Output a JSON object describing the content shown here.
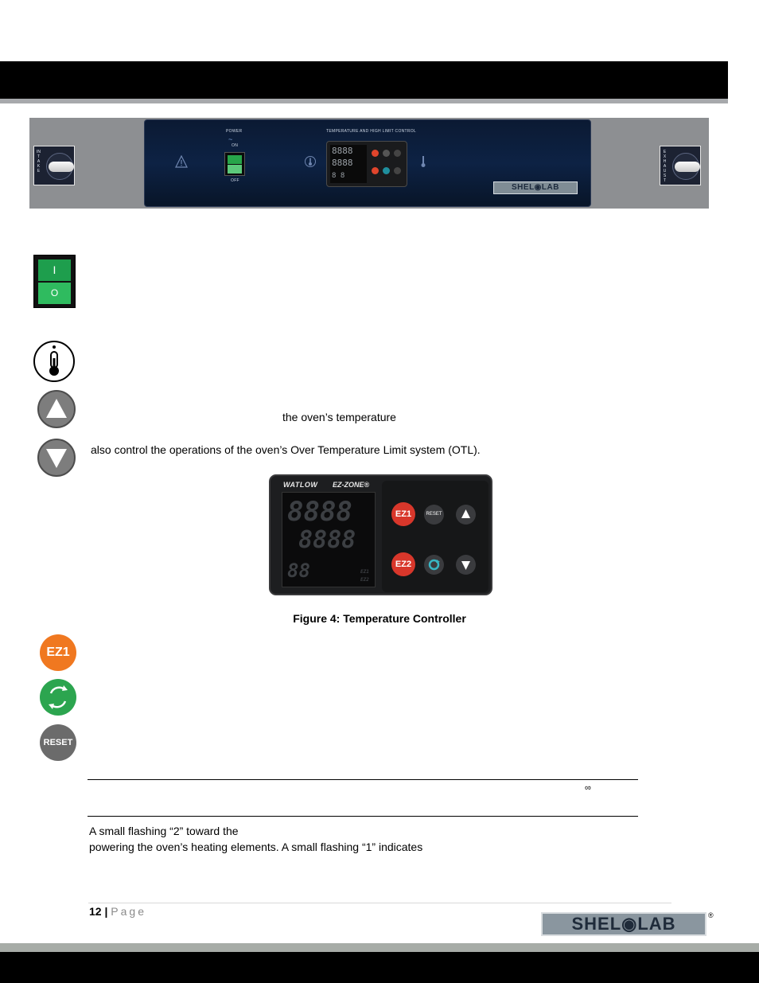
{
  "panel": {
    "knob_left_letters": "INTAKE",
    "knob_right_letters": "EXHAUST",
    "power_label": "POWER",
    "power_on": "ON",
    "power_off": "OFF",
    "control_title": "TEMPERATURE AND HIGH LIMIT CONTROL",
    "logo_text": "SHEL◉LAB"
  },
  "icons": {
    "power_switch_top": "I",
    "power_switch_bottom": "O",
    "ez1_label": "EZ1",
    "reset_label": "RESET"
  },
  "text": {
    "line_temperature": "the oven’s temperature",
    "line_otl": "also control the operations of the oven’s Over Temperature Limit system (OTL).",
    "infinity_mark": "∞",
    "flash_line1": "A small flashing “2” toward the",
    "flash_line2": "powering the oven’s heating elements. A small flashing “1” indicates"
  },
  "controller": {
    "brand": "WATLOW",
    "model": "EZ-ZONE®",
    "display_top": "8888",
    "display_mid": "8888",
    "display_bottom": "88",
    "ind_ez1": "EZ1",
    "ind_ez2": "EZ2",
    "btn_ez1": "EZ1",
    "btn_ez2": "EZ2",
    "btn_reset": "RESET"
  },
  "figure_caption": "Figure 4: Temperature Controller",
  "footer": {
    "page_number": "12",
    "separator": "|",
    "page_word": "Page",
    "logo_text": "SHEL◉LAB"
  }
}
